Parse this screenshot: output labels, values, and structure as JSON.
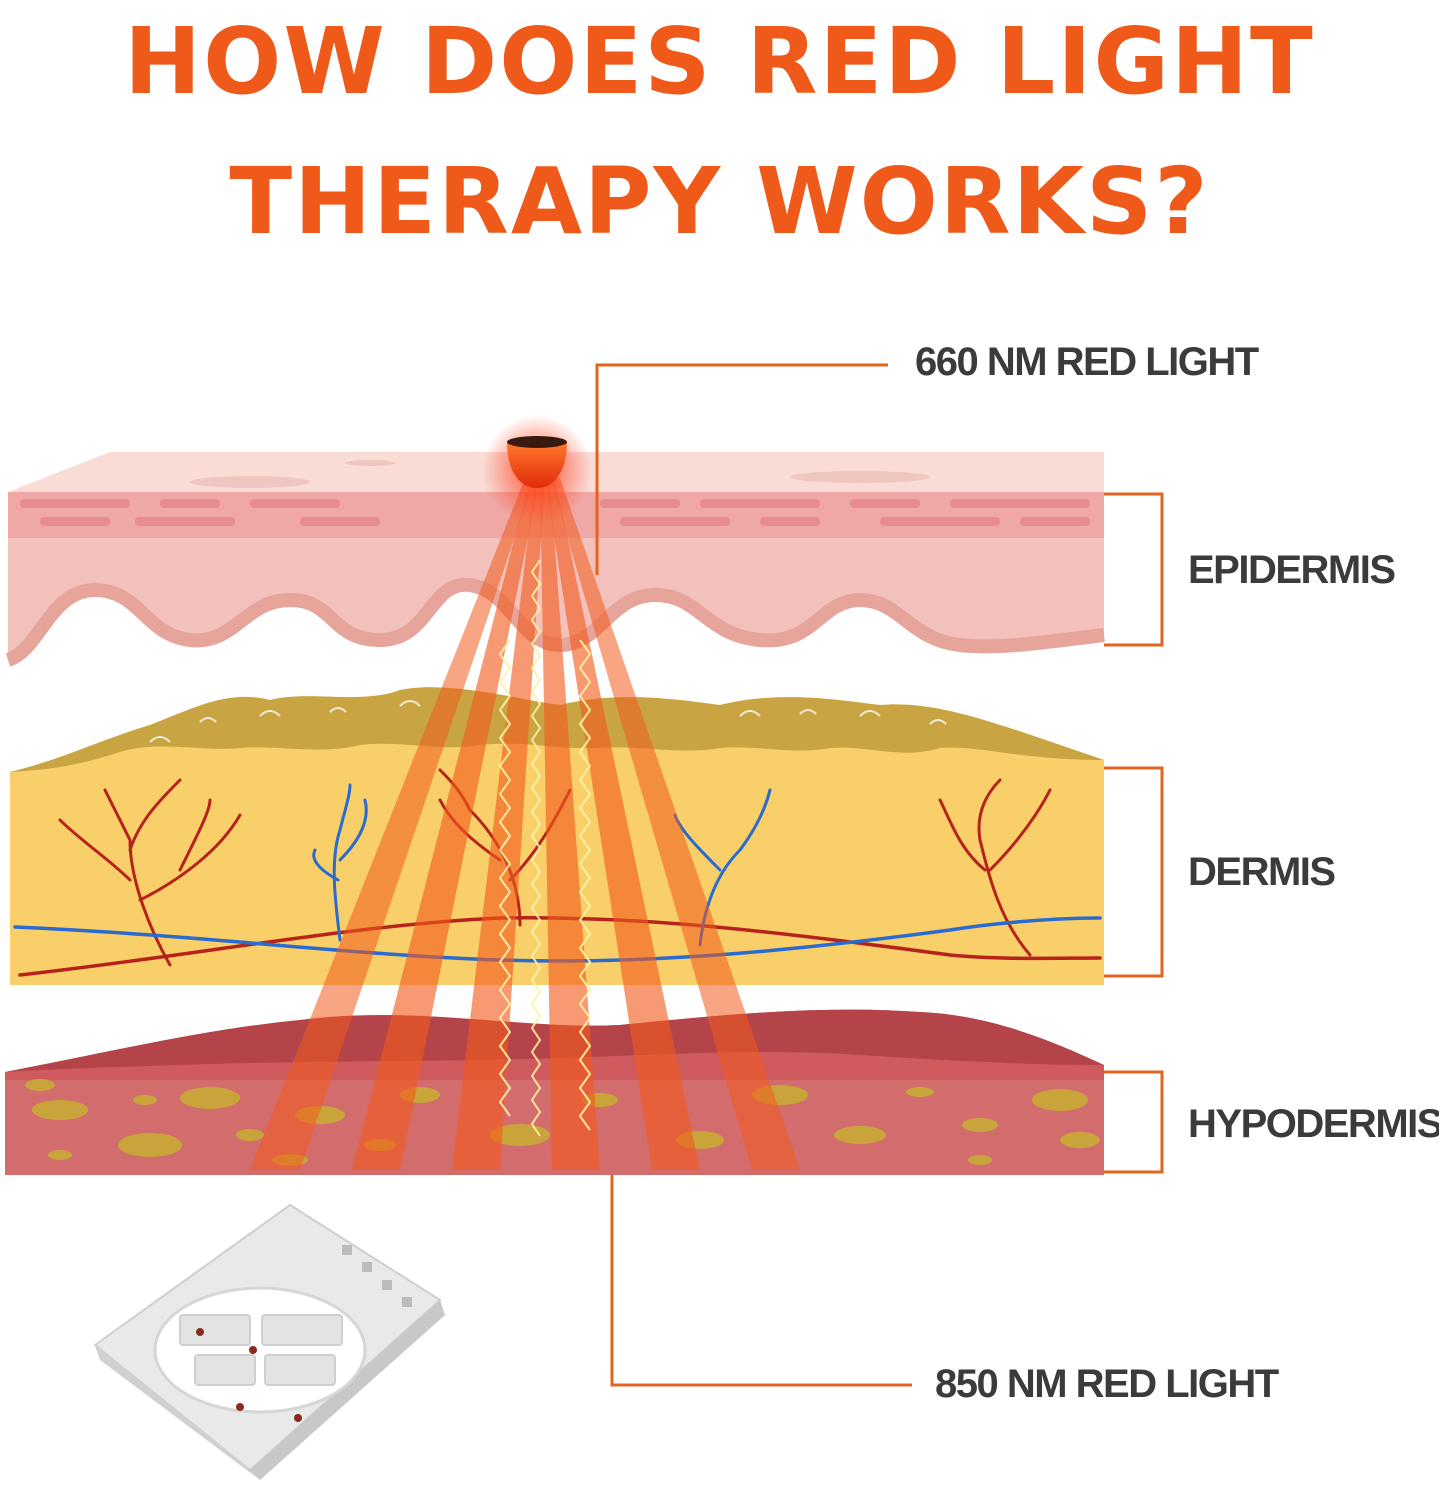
{
  "title": {
    "line1": "HOW DOES RED LIGHT",
    "line2": "THERAPY WORKS?"
  },
  "labels": {
    "wavelength_660": "660 NM RED LIGHT",
    "epidermis": "EPIDERMIS",
    "dermis": "DERMIS",
    "hypodermis": "HYPODERMIS",
    "wavelength_850": "850 NM RED LIGHT"
  },
  "colors": {
    "title": "#ef5a1a",
    "leader_line": "#e3641f",
    "label_text": "#3b3b3b",
    "epidermis": "#f6c3bd",
    "dermis": "#f9cf6a",
    "hypodermis": "#cf5b5e",
    "artery": "#b5231c",
    "vein": "#2a6bd0",
    "light_beam": "#f25a1c"
  }
}
